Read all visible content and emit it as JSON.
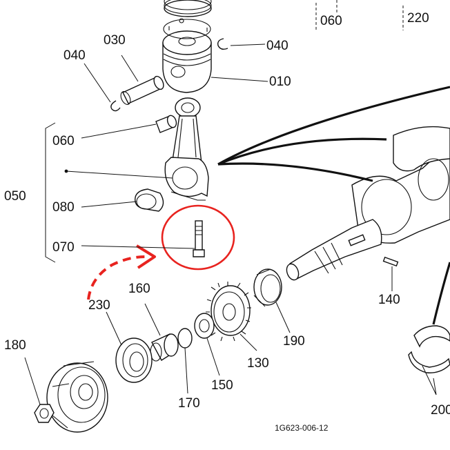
{
  "labels": {
    "l010": "010",
    "l030": "030",
    "l040a": "040",
    "l040b": "040",
    "l050": "050",
    "l060a": "060",
    "l060b": "060",
    "l070": "070",
    "l080": "080",
    "l130": "130",
    "l140": "140",
    "l150": "150",
    "l160": "160",
    "l170": "170",
    "l180": "180",
    "l190": "190",
    "l200": "200",
    "l220": "220",
    "l230": "230"
  },
  "figure_code": "1G623-006-12",
  "highlight": {
    "color": "#e8231f",
    "target": "070"
  }
}
